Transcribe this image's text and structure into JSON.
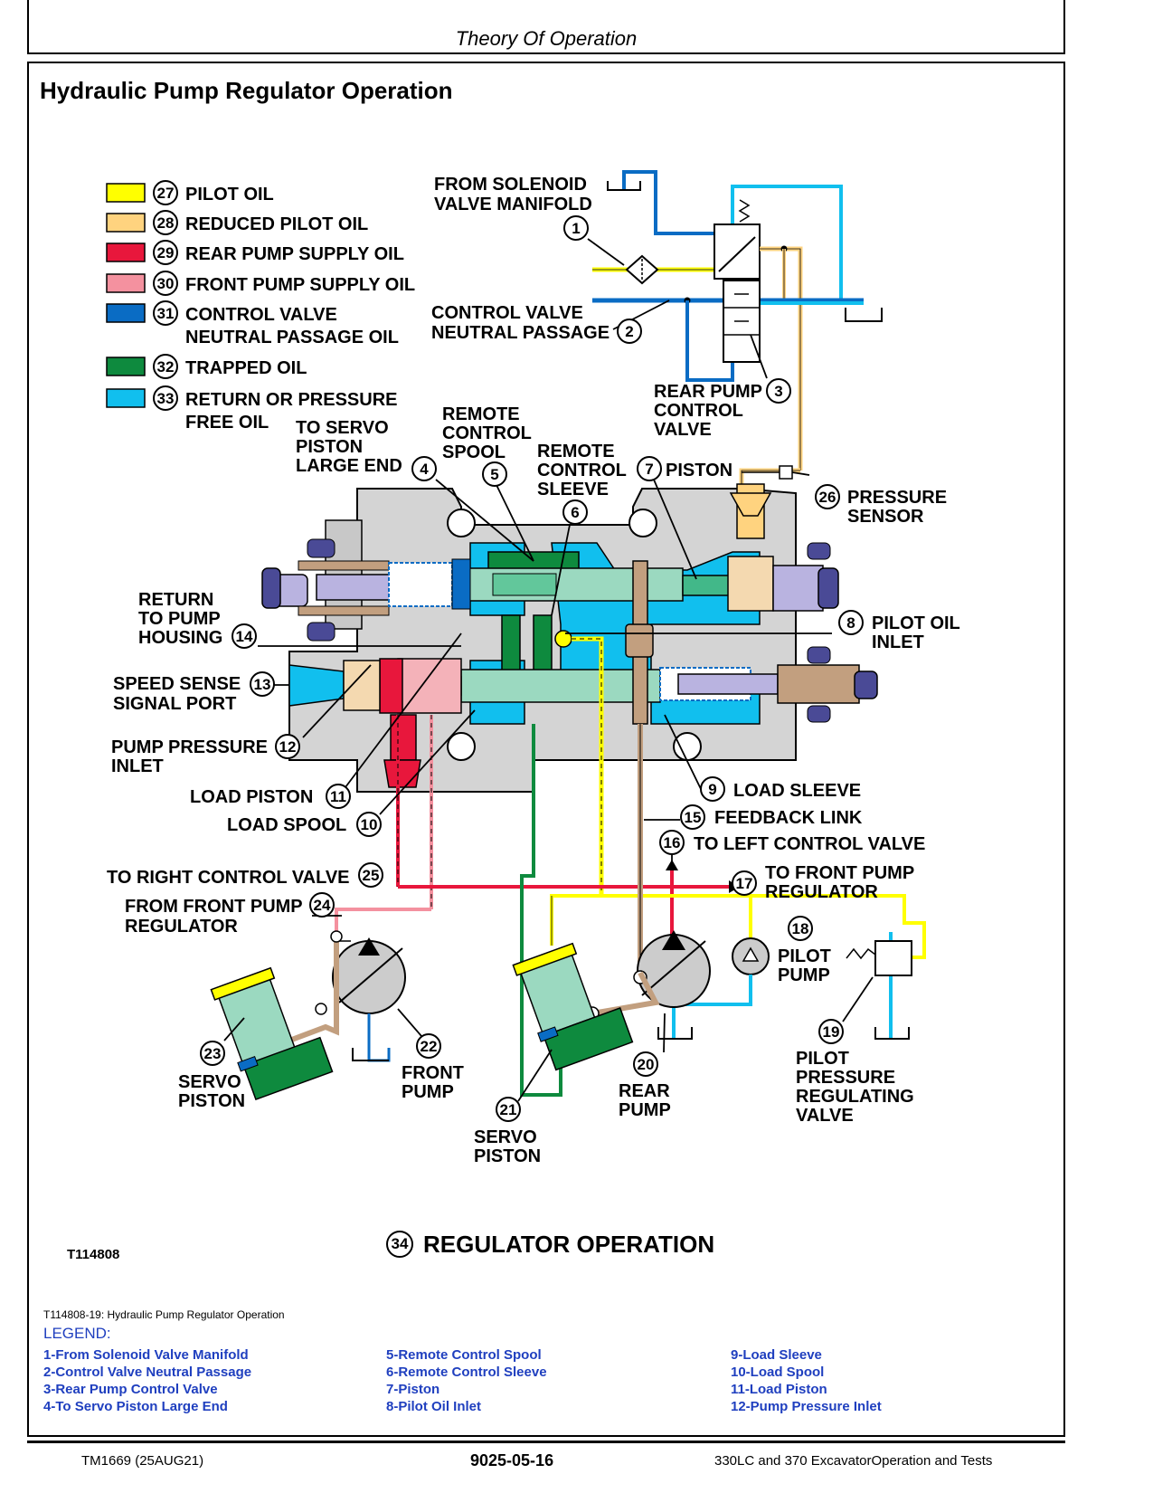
{
  "header": {
    "title": "Theory Of Operation"
  },
  "section_title": "Hydraulic Pump Regulator Operation",
  "color_key": [
    {
      "num": "27",
      "label": "PILOT OIL",
      "color": "#ffff00"
    },
    {
      "num": "28",
      "label": "REDUCED PILOT OIL",
      "color": "#ffd37f"
    },
    {
      "num": "29",
      "label": "REAR PUMP SUPPLY OIL",
      "color": "#e8173c"
    },
    {
      "num": "30",
      "label": "FRONT PUMP SUPPLY OIL",
      "color": "#f4919f"
    },
    {
      "num": "31",
      "label": "CONTROL VALVE",
      "label2": "NEUTRAL PASSAGE OIL",
      "color": "#0a6cc4"
    },
    {
      "num": "32",
      "label": "TRAPPED OIL",
      "color": "#0e8a3e"
    },
    {
      "num": "33",
      "label": "RETURN OR PRESSURE",
      "label2": "FREE OIL",
      "color": "#11bfee"
    }
  ],
  "callouts": {
    "c1": {
      "num": "1",
      "lines": [
        "FROM SOLENOID",
        "VALVE MANIFOLD"
      ]
    },
    "c2": {
      "num": "2",
      "lines": [
        "CONTROL VALVE",
        "NEUTRAL PASSAGE"
      ]
    },
    "c3": {
      "num": "3",
      "lines": [
        "REAR PUMP",
        "CONTROL",
        "VALVE"
      ]
    },
    "c4": {
      "num": "4",
      "lines": [
        "TO SERVO",
        "PISTON",
        "LARGE END"
      ]
    },
    "c5": {
      "num": "5",
      "lines": [
        "REMOTE",
        "CONTROL",
        "SPOOL"
      ]
    },
    "c6": {
      "num": "6",
      "lines": [
        "REMOTE",
        "CONTROL",
        "SLEEVE"
      ]
    },
    "c7": {
      "num": "7",
      "lines": [
        "PISTON"
      ]
    },
    "c8": {
      "num": "8",
      "lines": [
        "PILOT OIL",
        "INLET"
      ]
    },
    "c9": {
      "num": "9",
      "lines": [
        "LOAD SLEEVE"
      ]
    },
    "c10": {
      "num": "10",
      "lines": [
        "LOAD SPOOL"
      ]
    },
    "c11": {
      "num": "11",
      "lines": [
        "LOAD PISTON"
      ]
    },
    "c12": {
      "num": "12",
      "lines": [
        "PUMP PRESSURE",
        "INLET"
      ]
    },
    "c13": {
      "num": "13",
      "lines": [
        "SPEED SENSE",
        "SIGNAL PORT"
      ]
    },
    "c14": {
      "num": "14",
      "lines": [
        "RETURN",
        "TO PUMP",
        "HOUSING"
      ]
    },
    "c15": {
      "num": "15",
      "lines": [
        "FEEDBACK LINK"
      ]
    },
    "c16": {
      "num": "16",
      "lines": [
        "TO LEFT CONTROL VALVE"
      ]
    },
    "c17": {
      "num": "17",
      "lines": [
        "TO FRONT PUMP",
        "REGULATOR"
      ]
    },
    "c18": {
      "num": "18",
      "lines": [
        "PILOT",
        "PUMP"
      ]
    },
    "c19": {
      "num": "19",
      "lines": [
        "PILOT",
        "PRESSURE",
        "REGULATING",
        "VALVE"
      ]
    },
    "c20": {
      "num": "20",
      "lines": [
        "REAR",
        "PUMP"
      ]
    },
    "c21": {
      "num": "21",
      "lines": [
        "SERVO",
        "PISTON"
      ]
    },
    "c22": {
      "num": "22",
      "lines": [
        "FRONT",
        "PUMP"
      ]
    },
    "c23": {
      "num": "23",
      "lines": [
        "SERVO",
        "PISTON"
      ]
    },
    "c24": {
      "num": "24",
      "lines": [
        "FROM FRONT PUMP",
        "REGULATOR"
      ]
    },
    "c25": {
      "num": "25",
      "lines": [
        "TO RIGHT CONTROL VALVE"
      ]
    },
    "c26": {
      "num": "26",
      "lines": [
        "PRESSURE",
        "SENSOR"
      ]
    }
  },
  "figure_id": "T114808",
  "caption": {
    "num": "34",
    "text": "REGULATOR OPERATION"
  },
  "figure_caption": "T114808-19: Hydraulic Pump Regulator Operation",
  "legend": {
    "title": "LEGEND:",
    "col1": [
      "1-From Solenoid Valve Manifold",
      "2-Control Valve Neutral Passage",
      "3-Rear Pump Control Valve",
      "4-To Servo Piston Large End"
    ],
    "col2": [
      "5-Remote Control Spool",
      "6-Remote Control Sleeve",
      "7-Piston",
      "8-Pilot Oil Inlet"
    ],
    "col3": [
      "9-Load Sleeve",
      "10-Load Spool",
      "11-Load Piston",
      "12-Pump Pressure Inlet"
    ]
  },
  "footer": {
    "left": "TM1669 (25AUG21)",
    "center": "9025-05-16",
    "right": "330LC and 370 ExcavatorOperation and Tests"
  }
}
